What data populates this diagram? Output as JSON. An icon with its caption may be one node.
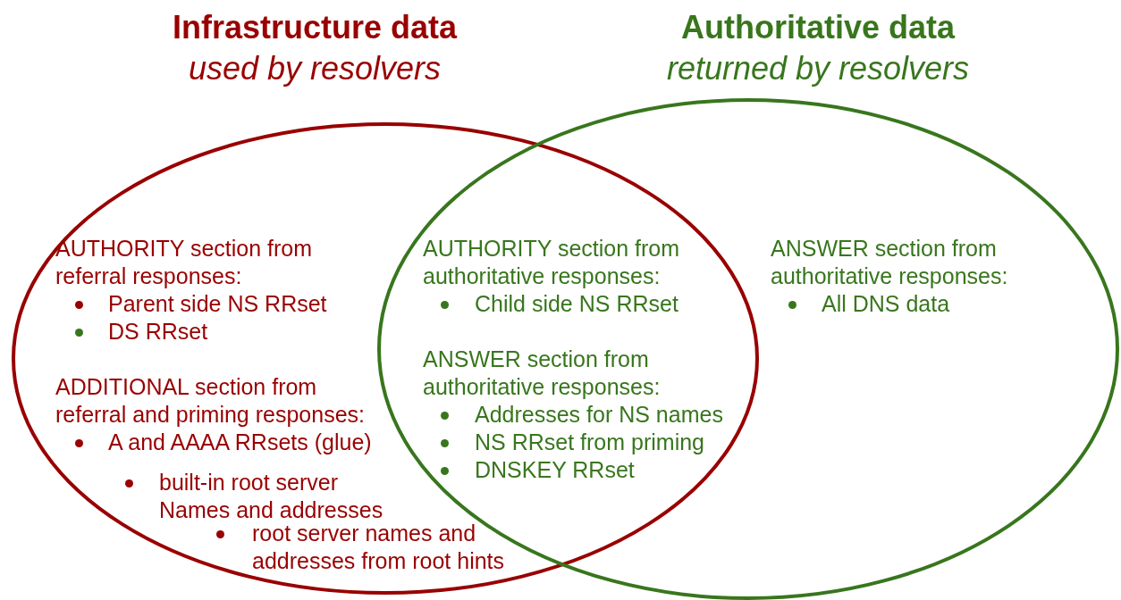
{
  "diagram": {
    "nodes": [
      {
        "text": [
          "Infrastructure data",
          "used by resolvers"
        ]
      },
      {
        "text": [
          "Authoritative data",
          "returned by resolvers"
        ]
      }
    ],
    "edges": [],
    "labels": [
      "AUTHORITY section from referral responses:",
      "Parent side NS RRset",
      "DS RRset",
      "ADDITIONAL section from referral and priming responses:",
      "A and AAAA RRsets (glue)",
      "built-in root server Names and addresses",
      "root server names and addresses from root hints",
      "AUTHORITY section from authoritative responses:",
      "Child side NS RRset",
      "ANSWER section from authoritative responses:",
      "Addresses for NS names",
      "NS RRset from priming",
      "DNSKEY RRset",
      "ANSWER section from authoritative responses:",
      "All DNS data"
    ]
  }
}
